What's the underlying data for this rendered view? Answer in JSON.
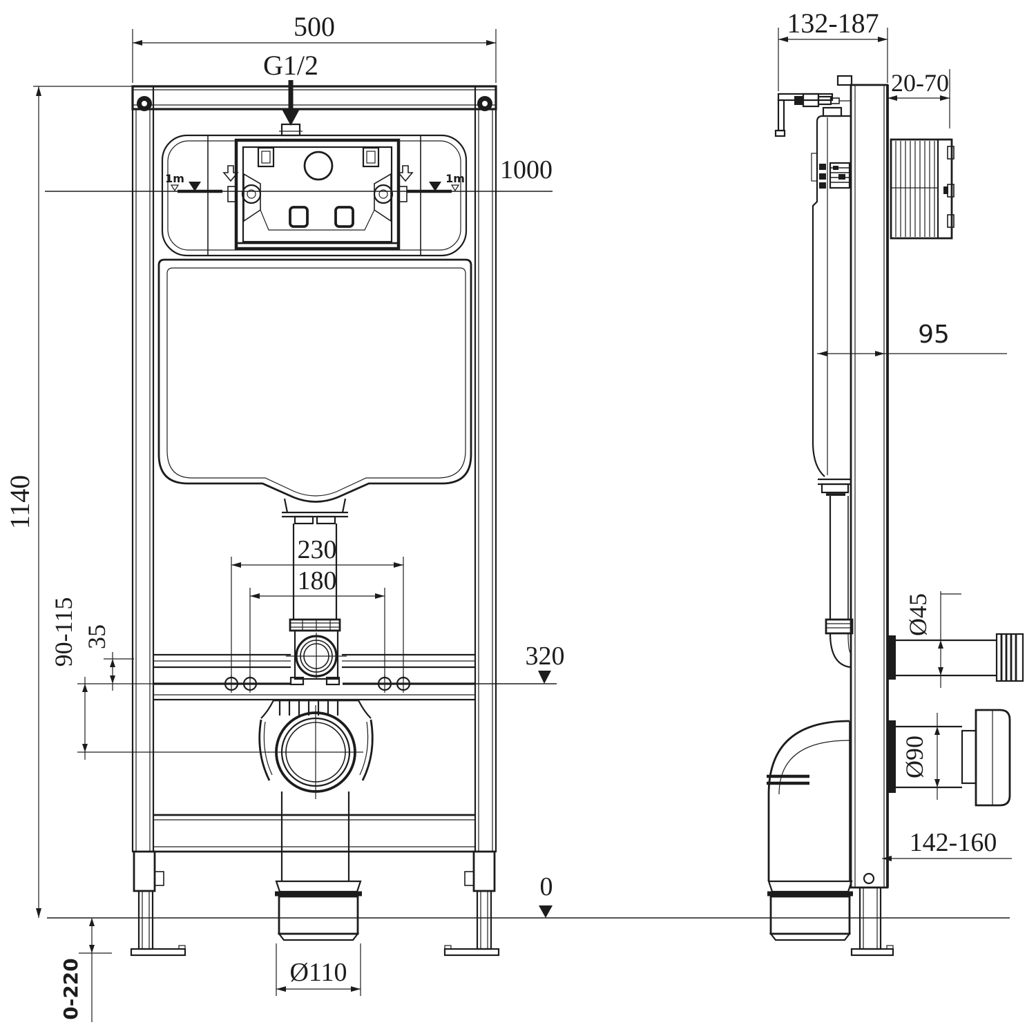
{
  "front_view": {
    "labels": {
      "width": "500",
      "inlet_thread": "G1/2",
      "level_1000": "1000",
      "bolt_spacing_outer": "230",
      "bolt_spacing_inner": "180",
      "frame_height": "1140",
      "pan_fixing_range": "90-115",
      "rail_offset": "35",
      "fixing_level": "320",
      "waste_pipe_dia": "Ø110",
      "leg_adjust_range": "0-220",
      "meter_mark_left": "1m",
      "meter_mark_right": "1m"
    }
  },
  "side_view": {
    "labels": {
      "frame_depth_range": "132-187",
      "plate_depth_range": "20-70",
      "cistern_to_wall": "95",
      "flush_pipe_dia": "Ø45",
      "waste_outlet_dia": "Ø90",
      "outlet_offset_range": "142-160",
      "floor_level": "0"
    }
  },
  "style": {
    "line_color": "#1c1c1c",
    "background": "#ffffff"
  }
}
